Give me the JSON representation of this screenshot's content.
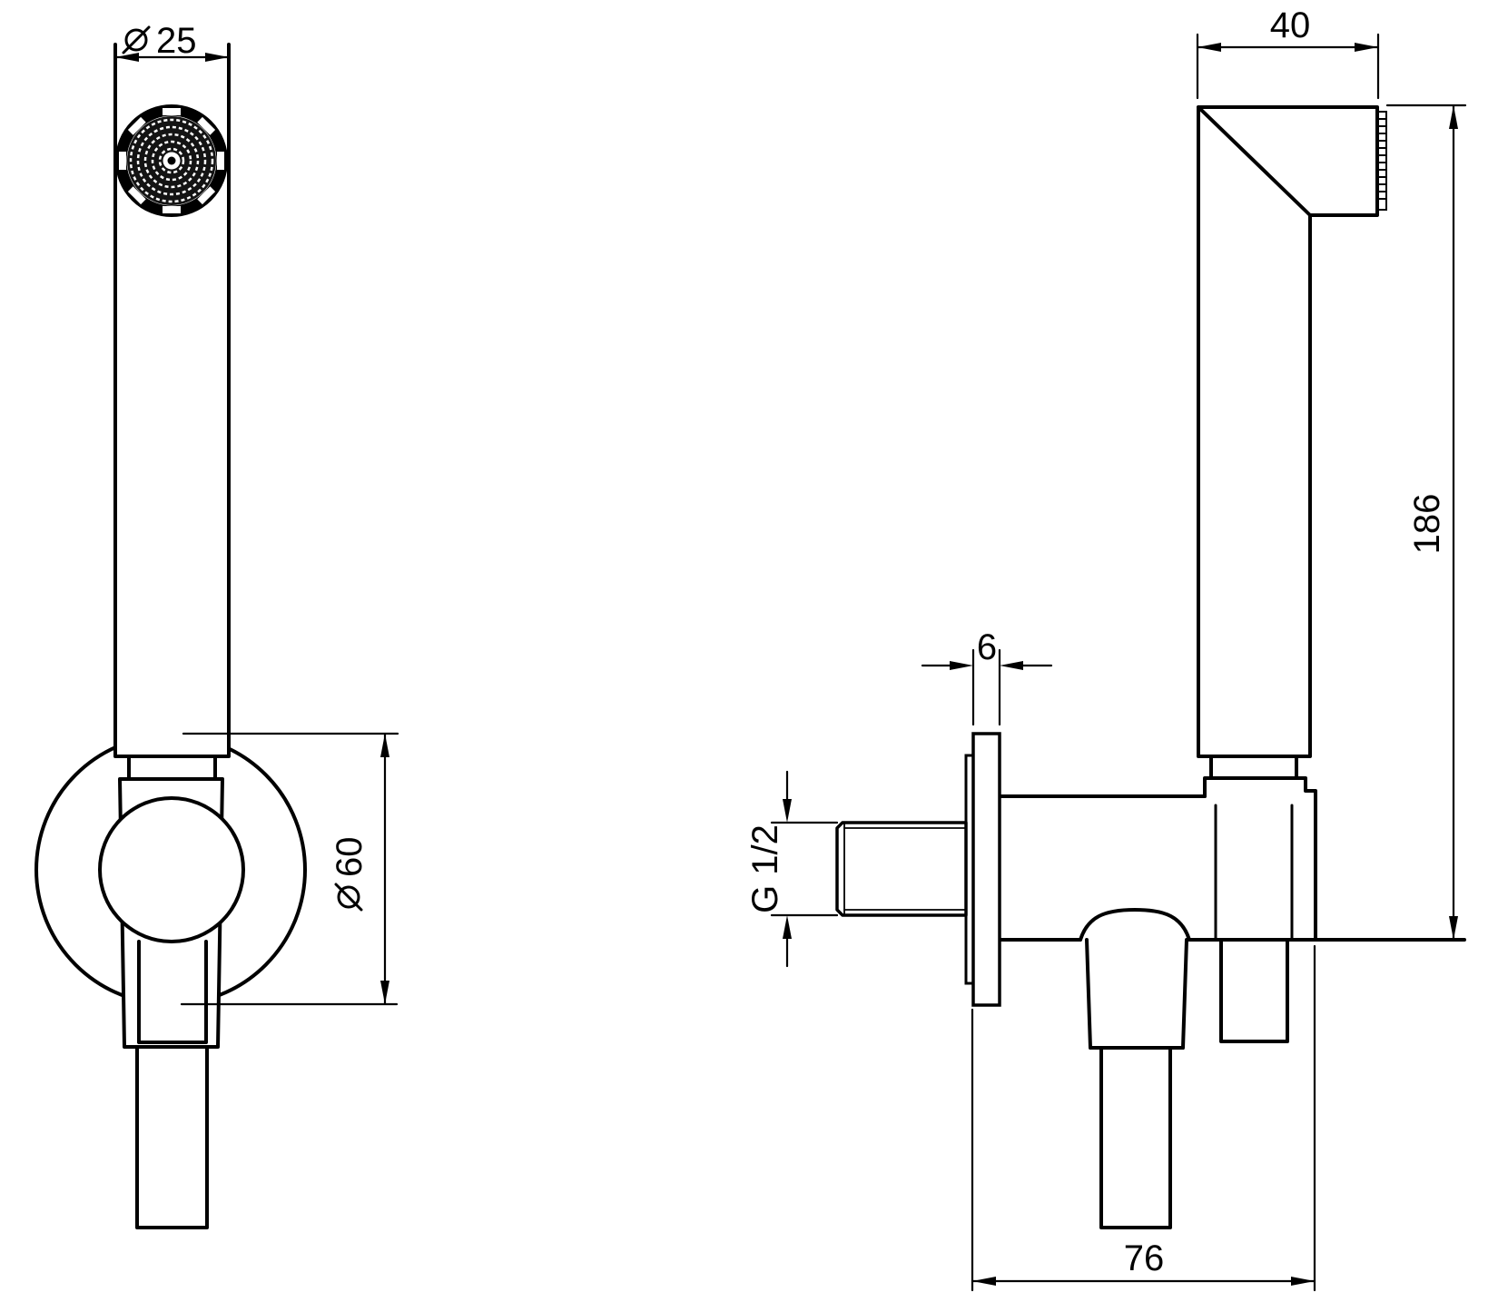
{
  "drawing": {
    "background_color": "#ffffff",
    "line_color": "#000000",
    "dimensions": {
      "head_diameter": {
        "symbol": "⌀",
        "label": "25",
        "value": 25
      },
      "rosette_diameter": {
        "symbol": "⌀",
        "label": "60",
        "value": 60
      },
      "head_depth": {
        "label": "40",
        "value": 40
      },
      "handset_height": {
        "label": "186",
        "value": 186
      },
      "rosette_thickness": {
        "label": "6",
        "value": 6
      },
      "inlet_thread": {
        "label": "G 1/2"
      },
      "valve_depth": {
        "label": "76",
        "value": 76
      }
    }
  }
}
